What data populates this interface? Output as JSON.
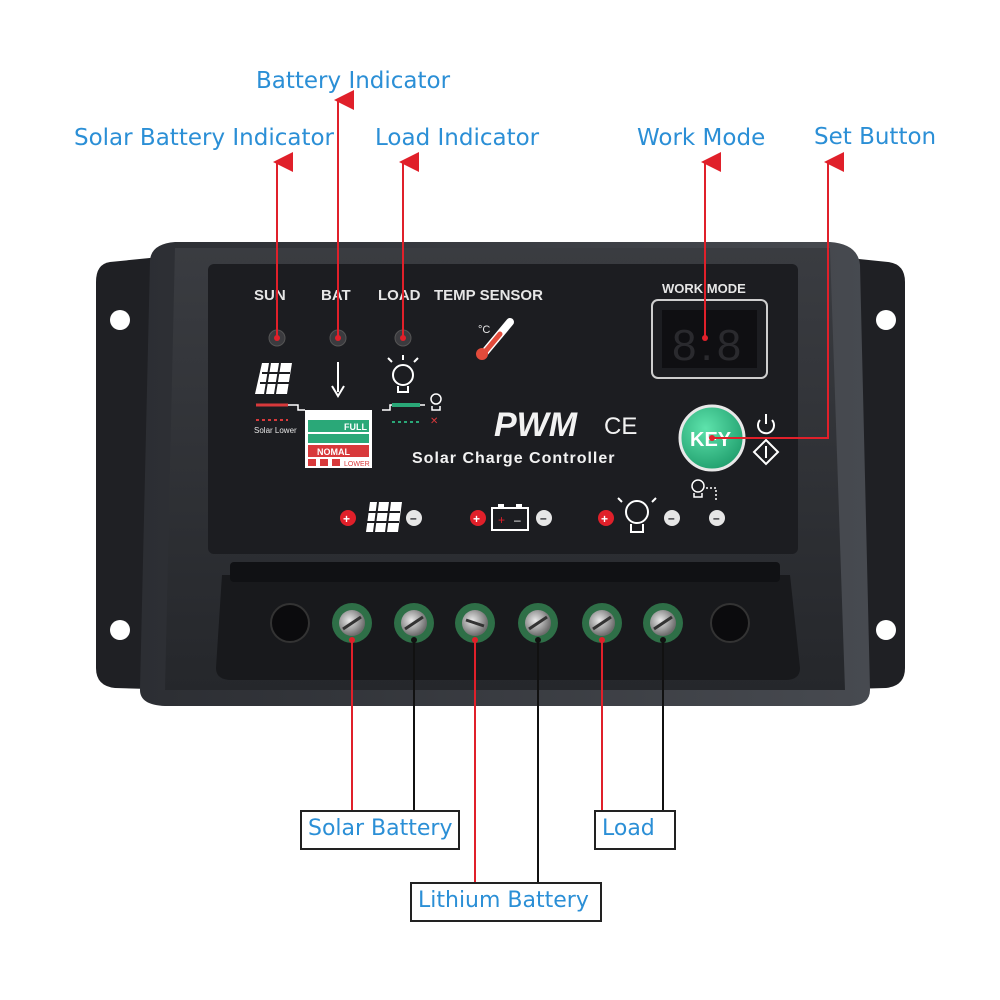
{
  "callouts": {
    "battery_indicator": "Battery Indicator",
    "solar_battery_indicator": "Solar Battery Indicator",
    "load_indicator": "Load Indicator",
    "work_mode": "Work Mode",
    "set_button": "Set Button",
    "solar_battery": "Solar Battery",
    "lithium_battery": "Lithium Battery",
    "load": "Load"
  },
  "panel": {
    "led_labels": [
      "SUN",
      "BAT",
      "LOAD",
      "TEMP SENSOR"
    ],
    "work_mode_label": "WORK MODE",
    "display_value": "8.8",
    "brand": "PWM",
    "ce_mark": "CE",
    "product_name": "Solar Charge Controller",
    "key_label": "KEY",
    "full_label": "FULL",
    "nomal_label": "NOMAL",
    "lower_label": "LOWER",
    "solar_lower_label": "Solar Lower",
    "celsius": "°C"
  },
  "colors": {
    "callout_text": "#2b8fd6",
    "arrow_red": "#e0202a",
    "arrow_black": "#111111",
    "body_dark": "#2a2c31",
    "panel_black": "#1c1d21",
    "key_green": "#2fbf86",
    "full_green": "#2aa878",
    "nomal_red": "#d8393b"
  }
}
